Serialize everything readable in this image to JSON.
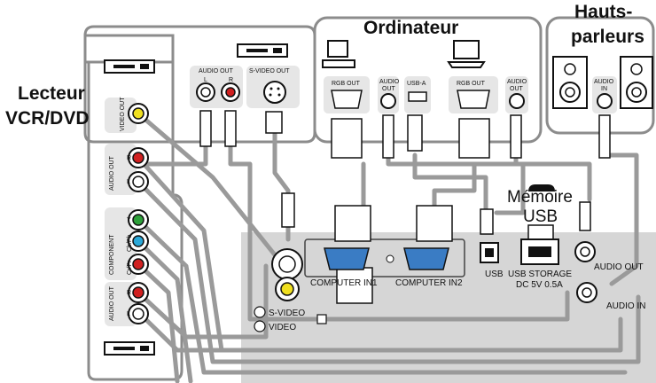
{
  "groups": {
    "vcr_dvd": "Lecteur\nVCR/DVD",
    "computer": "Ordinateur",
    "speakers": "Hauts-\nparleurs",
    "usb_memory": "Mémoire\nUSB"
  },
  "source_ports": {
    "video_out": "VIDEO OUT",
    "audio_out_vert": "AUDIO OUT",
    "component": "COMPONENT",
    "cb_pb": "Cb/Pb",
    "cr_pr": "Cr/Pr",
    "audio_out_vert2": "AUDIO OUT",
    "r": "R",
    "l": "L",
    "y": "Y",
    "audio_out_top": "AUDIO OUT",
    "top_l": "L",
    "top_r": "R",
    "svideo_out": "S-VIDEO OUT",
    "rgb_out_1": "RGB OUT",
    "pc_audio_out_1": "AUDIO\nOUT",
    "usb_a": "USB-A",
    "rgb_out_2": "RGB OUT",
    "pc_audio_out_2": "AUDIO\nOUT",
    "speaker_audio_in": "AUDIO\nIN"
  },
  "projector_ports": {
    "computer_in1": "COMPUTER IN1",
    "computer_in2": "COMPUTER IN2",
    "usb": "USB",
    "usb_storage": "USB STORAGE",
    "usb_storage_spec": "DC 5V 0.5A",
    "audio_out": "AUDIO OUT",
    "audio_in": "AUDIO IN",
    "svideo": "S-VIDEO",
    "video": "VIDEO"
  }
}
